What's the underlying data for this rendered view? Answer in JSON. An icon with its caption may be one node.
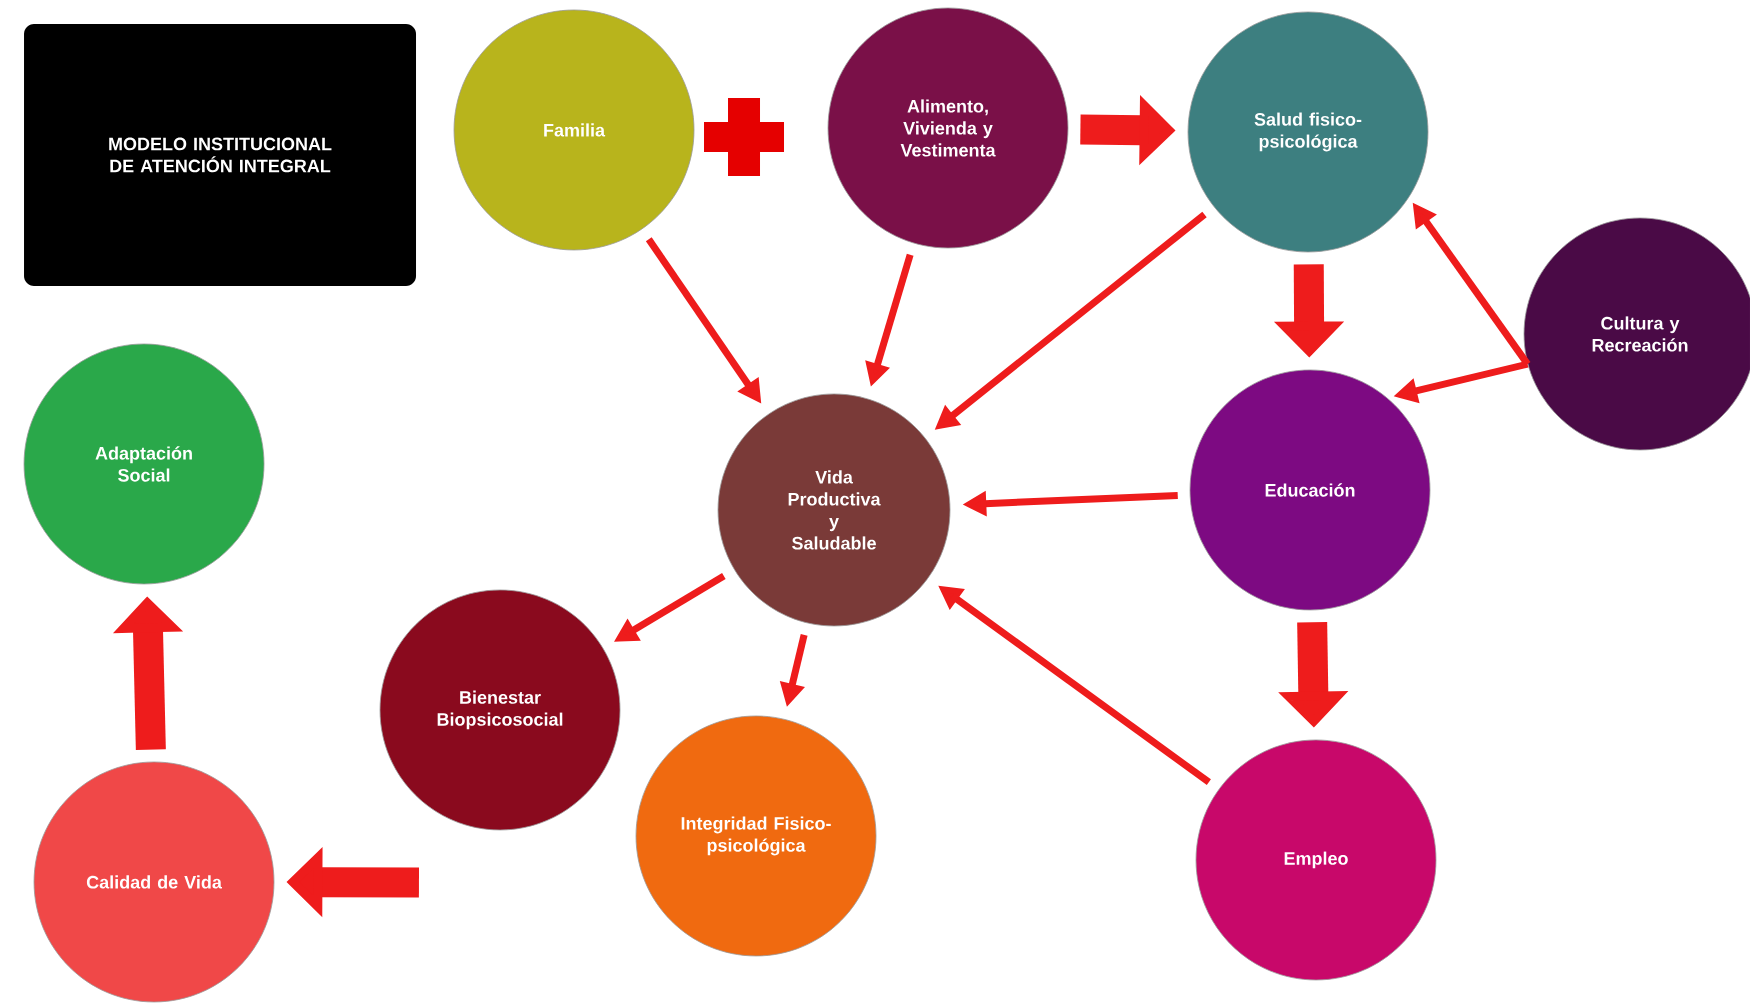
{
  "diagram": {
    "nodes": [
      {
        "text": [
          "MODELO INSTITUCIONAL DE ATENCIÓN INTEGRAL"
        ]
      },
      {
        "text": [
          "Familia"
        ]
      },
      {
        "text": [
          "Alimento, Vivienda y Vestimenta"
        ]
      },
      {
        "text": [
          "Salud fisico- psicológica"
        ]
      },
      {
        "text": [
          "Cultura y Recreación"
        ]
      },
      {
        "text": [
          "Educación"
        ]
      },
      {
        "text": [
          "Vida Productiva y Saludable"
        ]
      },
      {
        "text": [
          "Adaptación Social"
        ]
      },
      {
        "text": [
          "Bienestar Biopsicosocial"
        ]
      },
      {
        "text": [
          "Integridad Fisico-psicológica"
        ]
      },
      {
        "text": [
          "Empleo"
        ]
      },
      {
        "text": [
          "Calidad de Vida"
        ]
      }
    ],
    "edges": [
      {
        "from": 2,
        "to": 3,
        "arrow": "to",
        "style": "thick"
      },
      {
        "from": 1,
        "to": 6,
        "arrow": "to"
      },
      {
        "from": 2,
        "to": 6,
        "arrow": "to"
      },
      {
        "from": 3,
        "to": 6,
        "arrow": "to"
      },
      {
        "from": 3,
        "to": 5,
        "arrow": "to",
        "style": "thick"
      },
      {
        "from": 4,
        "to": 3,
        "arrow": "to"
      },
      {
        "from": 4,
        "to": 5,
        "arrow": "to"
      },
      {
        "from": 5,
        "to": 6,
        "arrow": "to"
      },
      {
        "from": 5,
        "to": 10,
        "arrow": "to",
        "style": "thick"
      },
      {
        "from": 10,
        "to": 6,
        "arrow": "to"
      },
      {
        "from": 6,
        "to": 8,
        "arrow": "to"
      },
      {
        "from": 6,
        "to": 9,
        "arrow": "to"
      },
      {
        "from": 8,
        "to": 11,
        "arrow": "to",
        "style": "thick"
      },
      {
        "from": 11,
        "to": 7,
        "arrow": "to",
        "style": "thick"
      }
    ]
  }
}
